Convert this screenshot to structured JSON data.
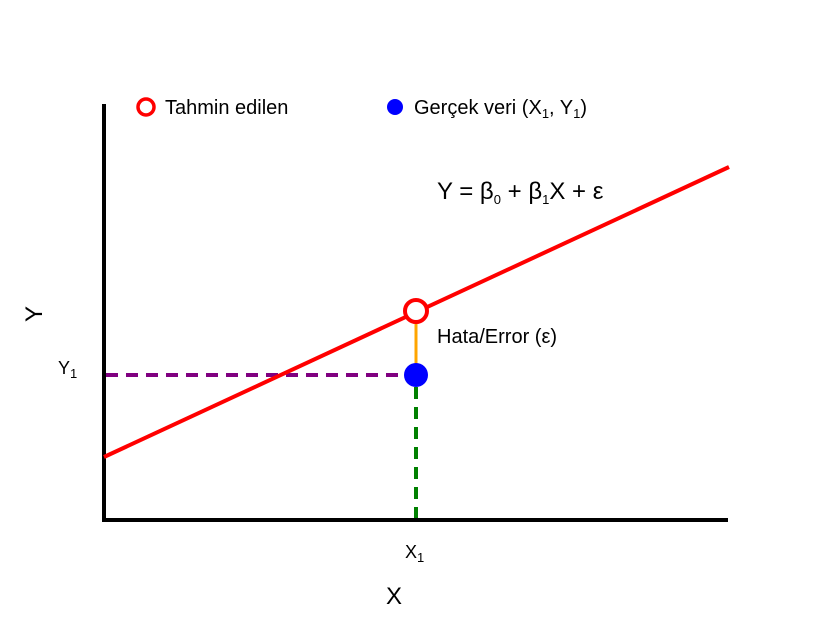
{
  "legend": {
    "predicted": "Tahmin edilen",
    "actual_prefix": "Gerçek veri (X",
    "actual_sub1": "1",
    "actual_mid": ", Y",
    "actual_sub2": "1",
    "actual_suffix": ")"
  },
  "equation": {
    "y": "Y = β",
    "sub0": "0",
    "mid": " + β",
    "sub1": "1",
    "end": "X + ε"
  },
  "error_label": "Hata/Error (ε)",
  "axes": {
    "x_label": "X",
    "y_label": "Y",
    "x_tick_main": "X",
    "x_tick_sub": "1",
    "y_tick_main": "Y",
    "y_tick_sub": "1"
  },
  "colors": {
    "regression_line": "#ff0000",
    "predicted_point": "#ff0000",
    "actual_point": "#0000ff",
    "error_segment": "#ffa500",
    "horizontal_guide": "#800080",
    "vertical_guide": "#008000",
    "axes": "#000000"
  }
}
